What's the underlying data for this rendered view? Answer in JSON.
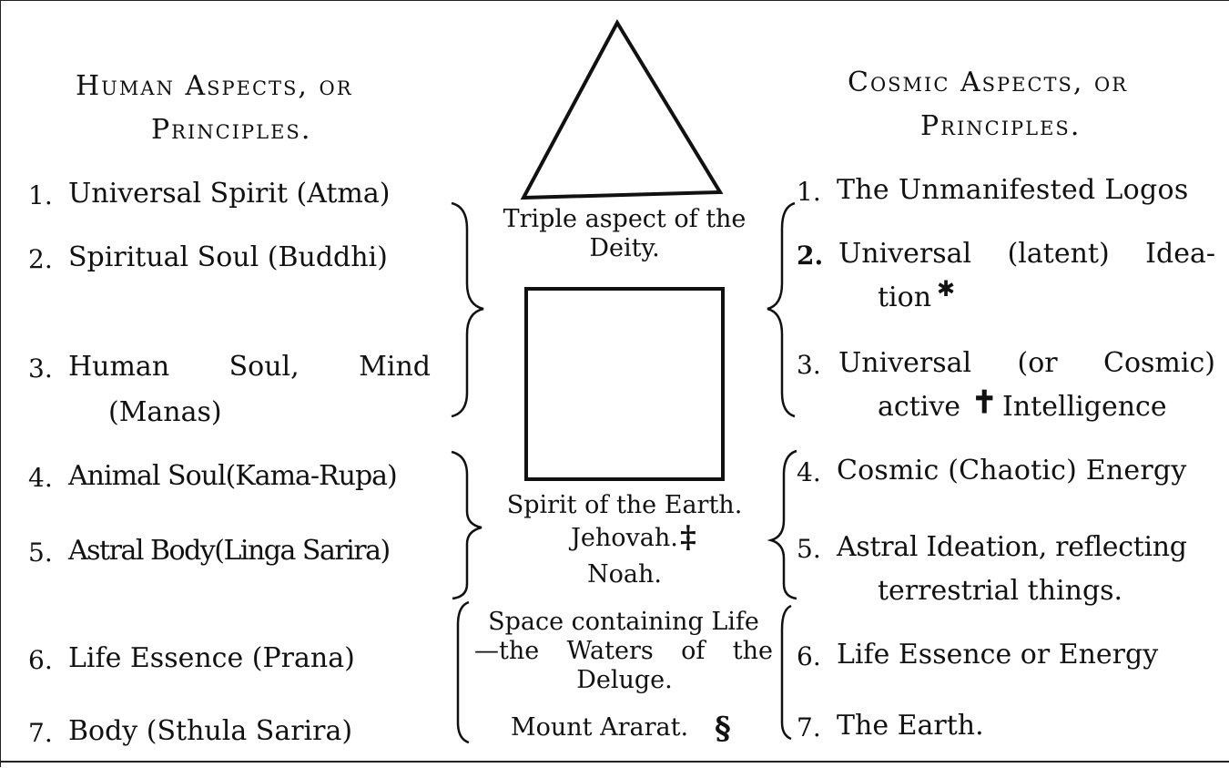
{
  "left": {
    "header1": "Human Aspects, or",
    "header2": "Principles.",
    "items": [
      {
        "n": "1.",
        "text": "Universal Spirit (Atma)"
      },
      {
        "n": "2.",
        "text": "Spiritual Soul (Buddhi)"
      },
      {
        "n": "3.",
        "text_a": "Human",
        "text_b": "Soul,",
        "text_c": "Mind",
        "text2": "(Manas)"
      },
      {
        "n": "4.",
        "text": "Animal Soul(Kama-Rupa)"
      },
      {
        "n": "5.",
        "text": "Astral Body(Linga Sarira)"
      },
      {
        "n": "6.",
        "text": "Life Essence (Prana)"
      },
      {
        "n": "7.",
        "text": "Body (Sthula Sarira)"
      }
    ]
  },
  "center": {
    "triangle_caption1": "Triple aspect of the",
    "triangle_caption2": "Deity.",
    "earth1": "Spirit of the Earth.",
    "earth2": "Jehovah.",
    "earth3": "Noah.",
    "space1": "Space containing Life",
    "space2a": "—the",
    "space2b": "Waters",
    "space2c": "of",
    "space2d": "the",
    "space3": "Deluge.",
    "ararat": "Mount Ararat."
  },
  "right": {
    "header1": "Cosmic Aspects, or",
    "header2": "Principles.",
    "items": [
      {
        "n": "1.",
        "text": "The Unmanifested Logos"
      },
      {
        "n": "2.",
        "text_a": "Universal",
        "text_b": "(latent)",
        "text_c": "Idea-",
        "text2": "tion"
      },
      {
        "n": "3.",
        "text_a": "Universal",
        "text_b": "(or",
        "text_c": "Cosmic)",
        "text2a": "active",
        "text2b": "Intelligence"
      },
      {
        "n": "4.",
        "text": "Cosmic (Chaotic) Energy"
      },
      {
        "n": "5.",
        "text": "Astral Ideation, reflecting",
        "text2": "terrestrial things."
      },
      {
        "n": "6.",
        "text": "Life Essence or Energy"
      },
      {
        "n": "7.",
        "text": "The Earth."
      }
    ]
  },
  "colors": {
    "ink": "#111111",
    "paper": "#ffffff"
  }
}
